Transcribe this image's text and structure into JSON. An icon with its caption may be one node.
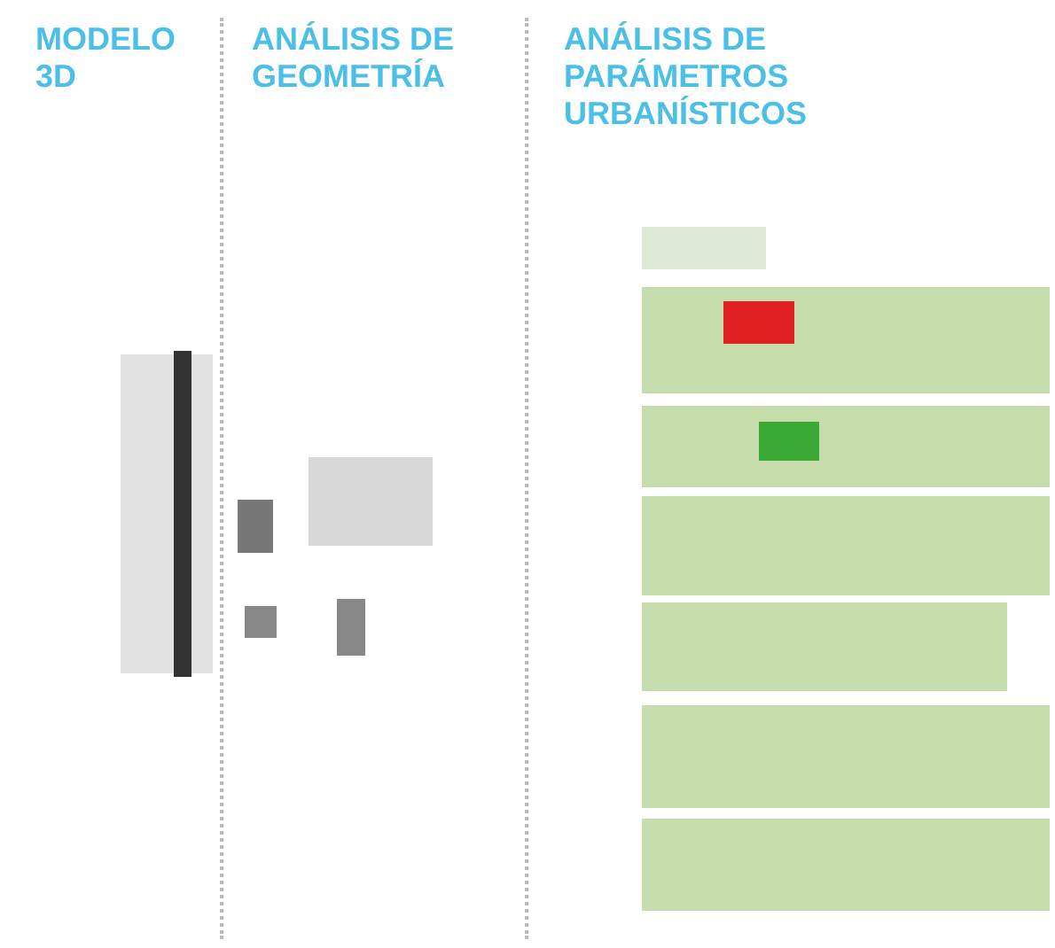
{
  "diagram": {
    "labels": [
      "MODELO 3D",
      "ANÁLISIS DE GEOMETRÍA",
      "ANÁLISIS DE PARÁMETROS URBANÍSTICOS"
    ]
  }
}
